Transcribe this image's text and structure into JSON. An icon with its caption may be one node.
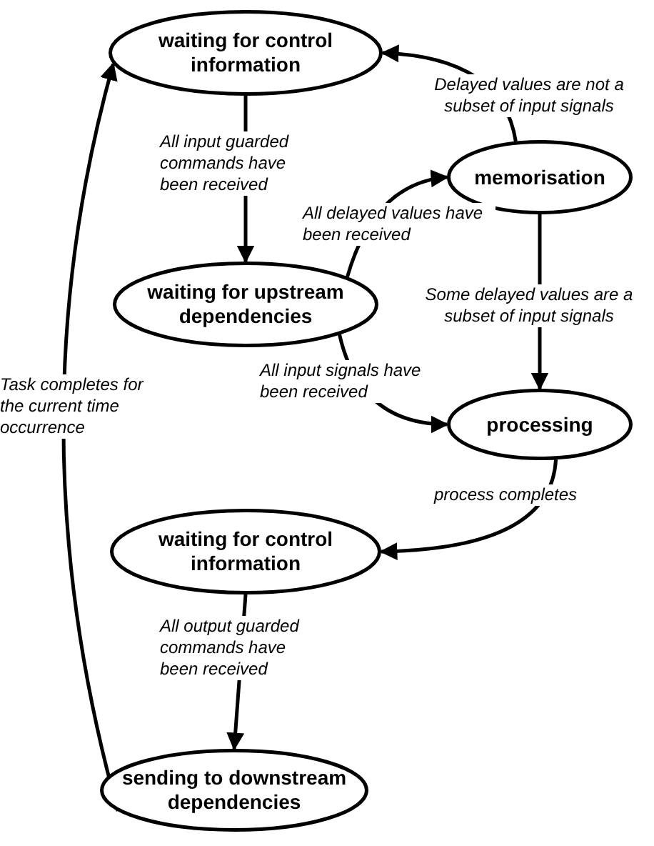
{
  "diagram": {
    "nodes": [
      {
        "text": [
          "waiting for control information"
        ]
      },
      {
        "text": [
          "memorisation"
        ]
      },
      {
        "text": [
          "waiting for upstream dependencies"
        ]
      },
      {
        "text": [
          "processing"
        ]
      },
      {
        "text": [
          "waiting for control information"
        ]
      },
      {
        "text": [
          "sending to downstream dependencies"
        ]
      }
    ],
    "edges": [
      {
        "from": 0,
        "to": 2,
        "arrow": "to",
        "label": "All input guarded commands have been received"
      },
      {
        "from": 2,
        "to": 1,
        "arrow": "to",
        "label": "All delayed values have been received"
      },
      {
        "from": 1,
        "to": 0,
        "arrow": "to",
        "label": "Delayed values are not a subset of input signals"
      },
      {
        "from": 1,
        "to": 3,
        "arrow": "to",
        "label": "Some delayed values are a subset of input signals"
      },
      {
        "from": 2,
        "to": 3,
        "arrow": "to",
        "label": "All input signals have been received"
      },
      {
        "from": 3,
        "to": 4,
        "arrow": "to",
        "label": "process completes"
      },
      {
        "from": 4,
        "to": 5,
        "arrow": "to",
        "label": "All output guarded commands have been received"
      },
      {
        "from": 5,
        "to": 0,
        "arrow": "to",
        "label": "Task completes for the current time occurrence"
      }
    ]
  }
}
